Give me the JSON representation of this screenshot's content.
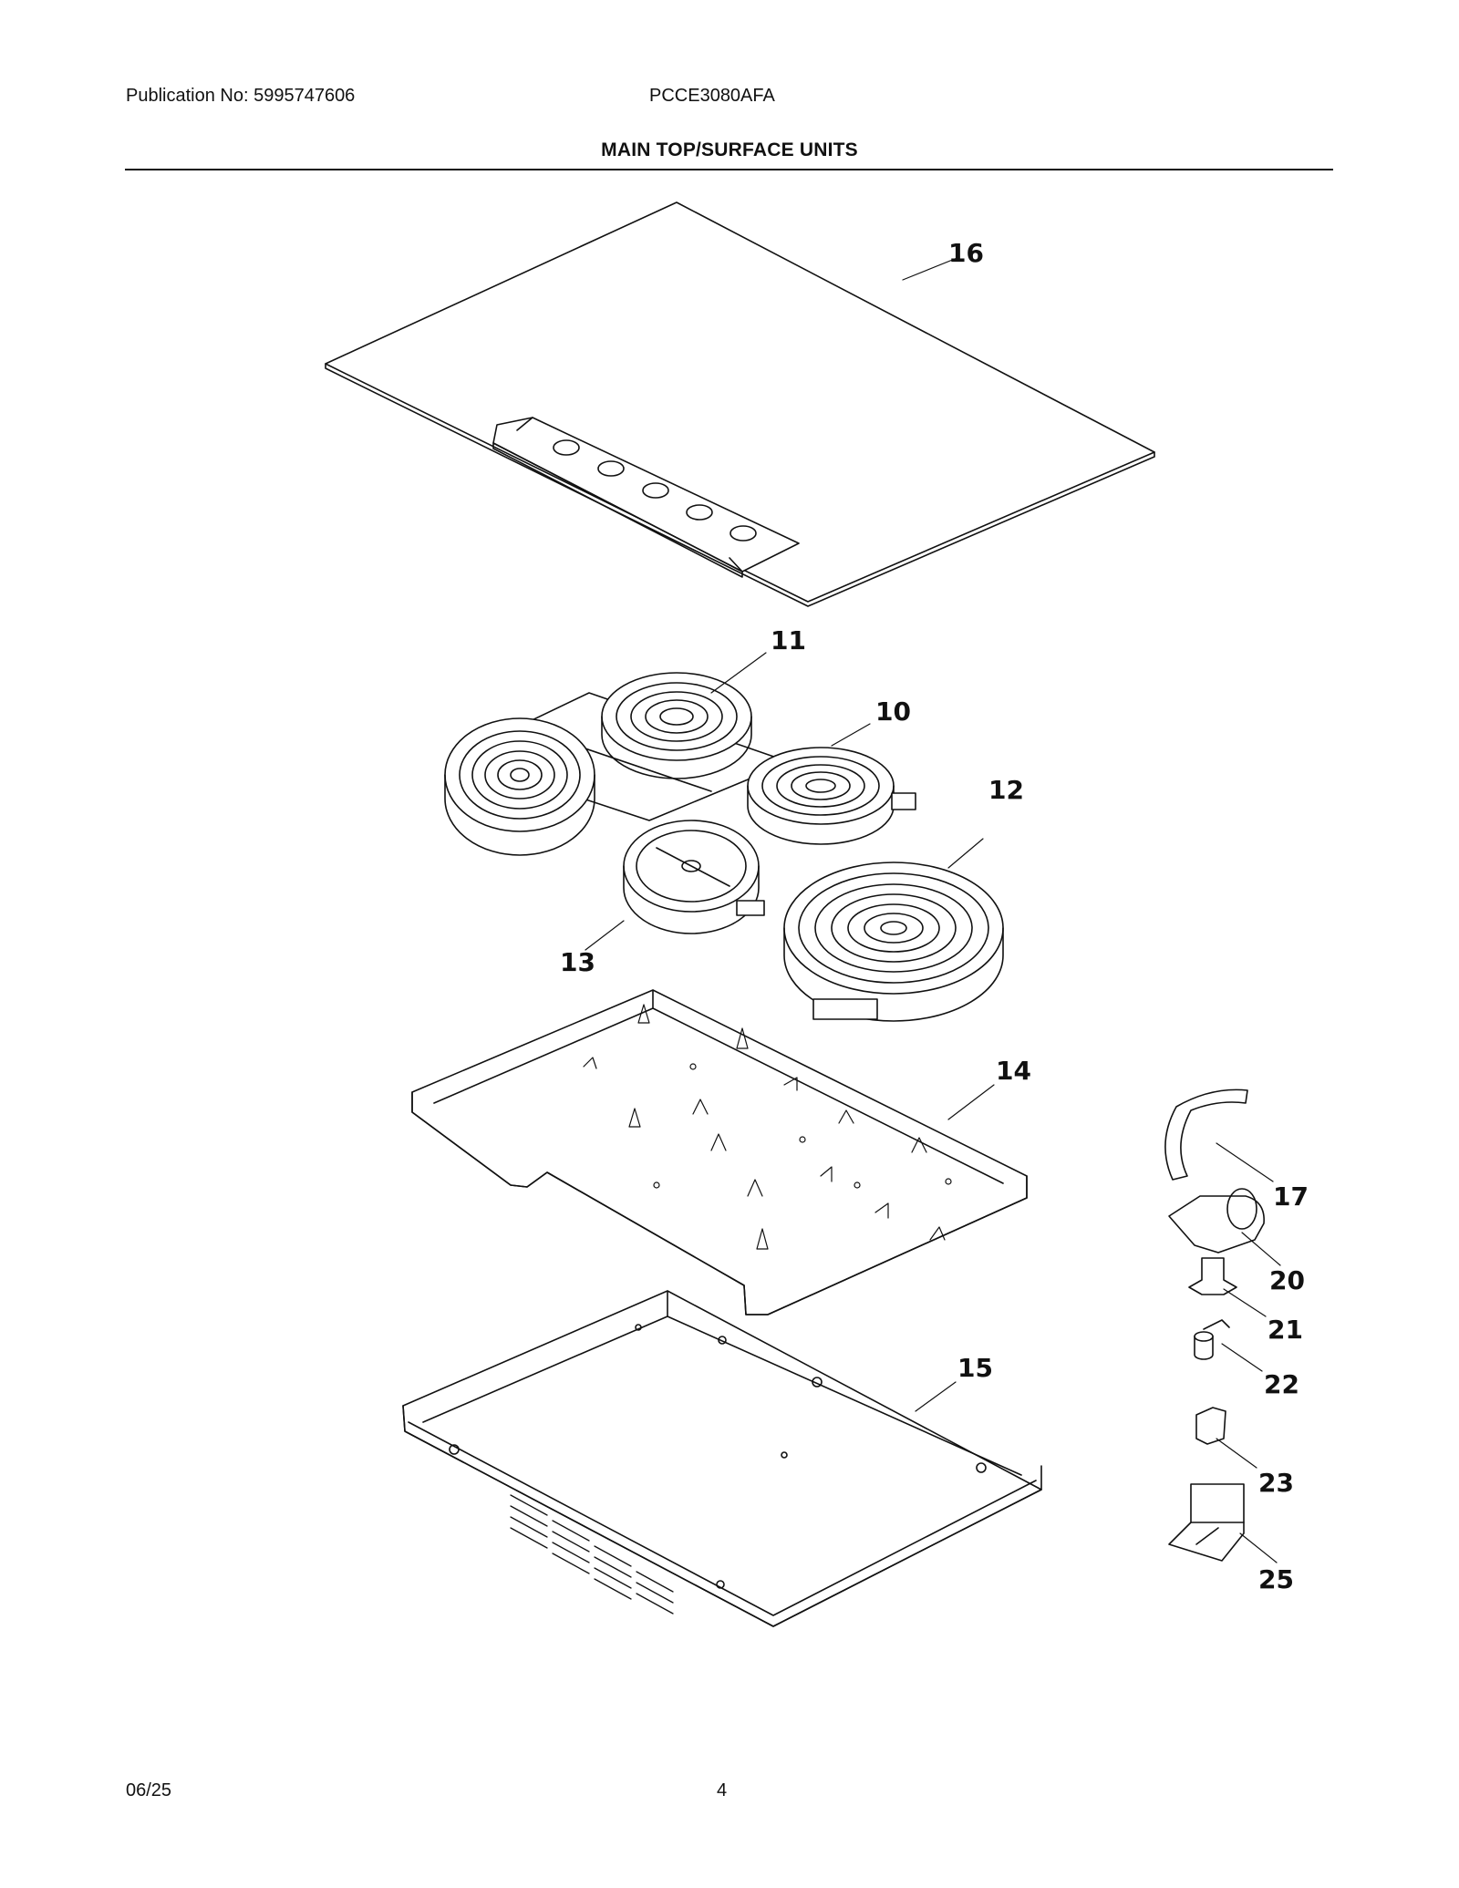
{
  "header": {
    "publication": "Publication No: 5995747606",
    "model": "PCCE3080AFA",
    "title": "MAIN TOP/SURFACE UNITS"
  },
  "footer": {
    "date": "06/25",
    "page_number": "4"
  },
  "part_labels": [
    "16",
    "11",
    "10",
    "12",
    "13",
    "14",
    "17",
    "20",
    "21",
    "15",
    "22",
    "23",
    "25"
  ]
}
